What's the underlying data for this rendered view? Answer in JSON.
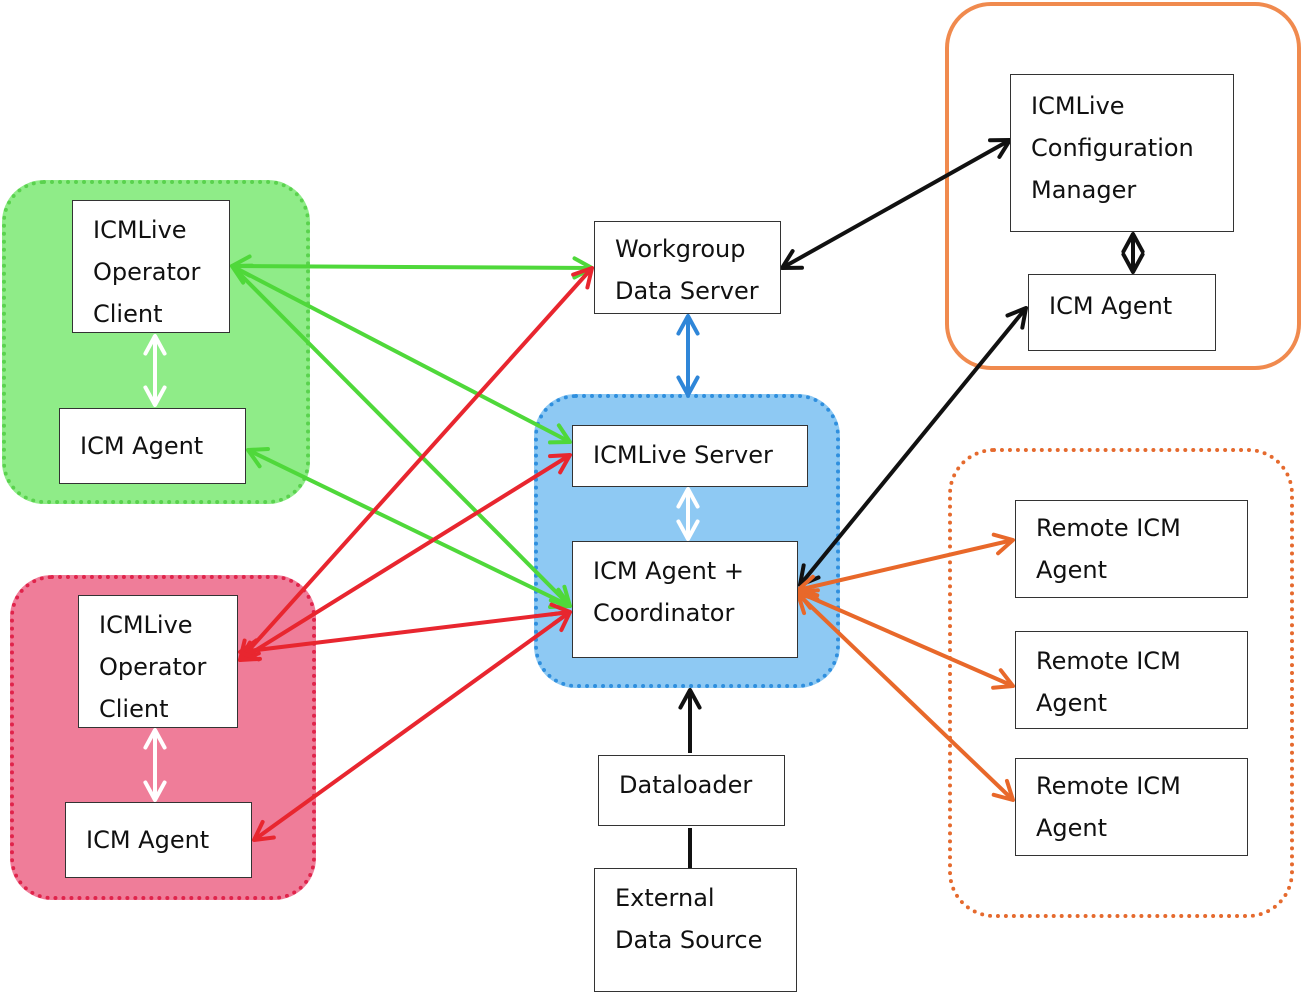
{
  "nodes": {
    "operator_client_green": "ICMLive\nOperator\nClient",
    "icm_agent_green": "ICM Agent",
    "operator_client_pink": "ICMLive\nOperator\nClient",
    "icm_agent_pink": "ICM Agent",
    "workgroup_data_server": "Workgroup\nData Server",
    "icmlive_server": "ICMLive Server",
    "agent_coordinator": "ICM Agent +\nCoordinator",
    "dataloader": "Dataloader",
    "external_data_source": "External\nData Source",
    "config_manager": "ICMLive\nConfiguration\nManager",
    "icm_agent_config": "ICM Agent",
    "remote_agent_1": "Remote ICM\nAgent",
    "remote_agent_2": "Remote ICM\nAgent",
    "remote_agent_3": "Remote ICM\nAgent"
  },
  "colors": {
    "green": "#4fd83a",
    "red": "#e8262f",
    "blue": "#2f86d8",
    "black": "#111111",
    "orange": "#e8682a",
    "white": "#ffffff"
  }
}
